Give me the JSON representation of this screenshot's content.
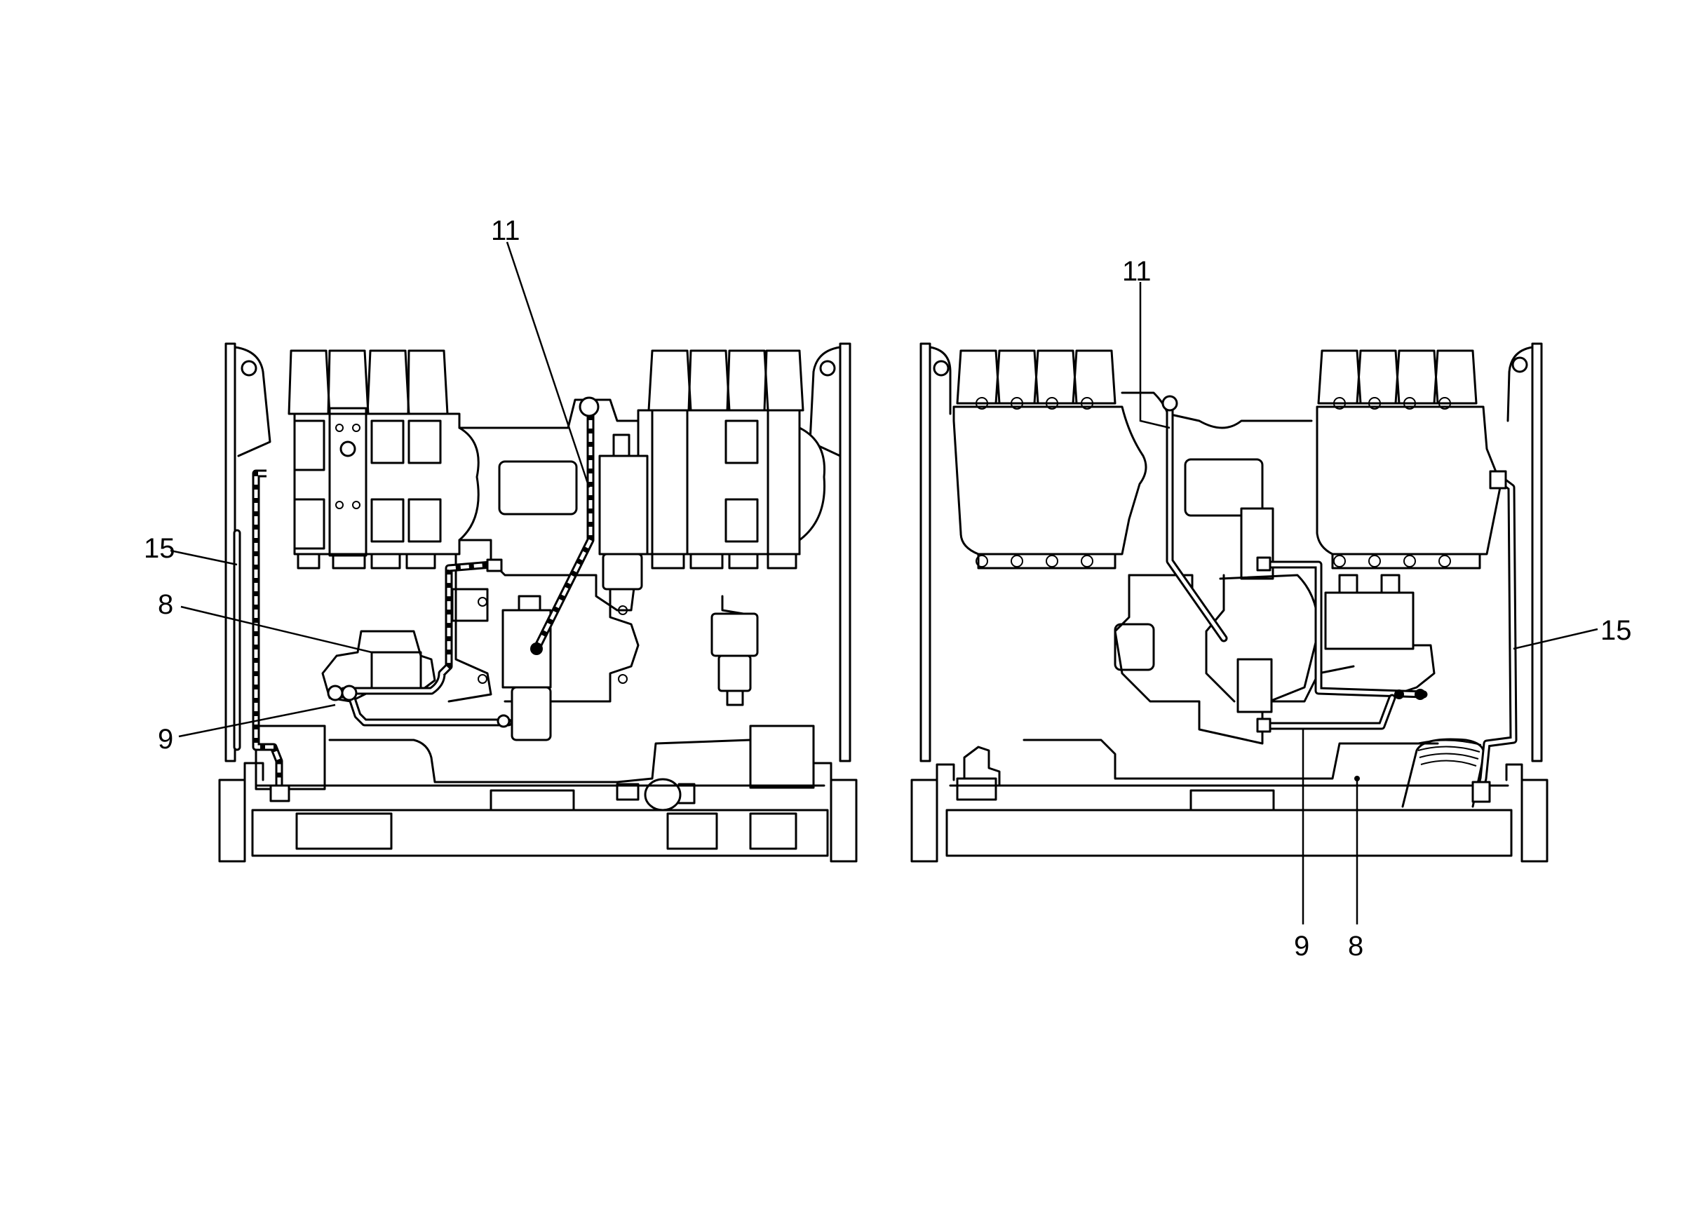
{
  "callouts": {
    "left_view": {
      "c11": "11",
      "c15": "15",
      "c8": "8",
      "c9": "9"
    },
    "right_view": {
      "c11": "11",
      "c15": "15",
      "c9": "9",
      "c8": "8"
    }
  }
}
